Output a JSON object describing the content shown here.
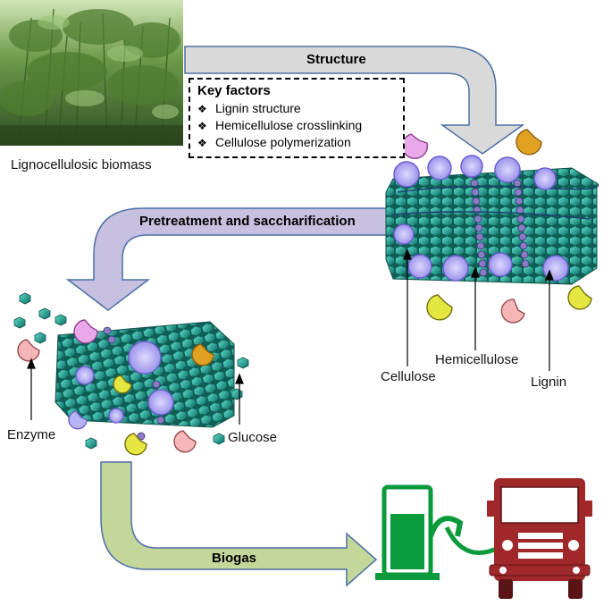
{
  "biomass_label": "Lignocellulosic biomass",
  "arrows": {
    "structure": "Structure",
    "pretreatment": "Pretreatment  and saccharification",
    "biogas": "Biogas"
  },
  "key_factors": {
    "title": "Key factors",
    "items": [
      "Lignin structure",
      "Hemicellulose crosslinking",
      "Cellulose polymerization"
    ],
    "bullet": "❖"
  },
  "structure_labels": {
    "cellulose": "Cellulose",
    "hemicellulose": "Hemicellulose",
    "lignin": "Lignin"
  },
  "hydrolysis_labels": {
    "enzyme": "Enzyme",
    "glucose": "Glucose"
  },
  "colors": {
    "cellulose": "#1a9a8a",
    "hemicellulose": "#8a7cc4",
    "lignin": "#b8b4f4",
    "structure_arrow": "#d9d9d9",
    "pretreatment_arrow": "#c8c0e0",
    "biogas_arrow": "#c4d79b",
    "pump": "#0a9a3c",
    "truck": "#a0282a"
  }
}
